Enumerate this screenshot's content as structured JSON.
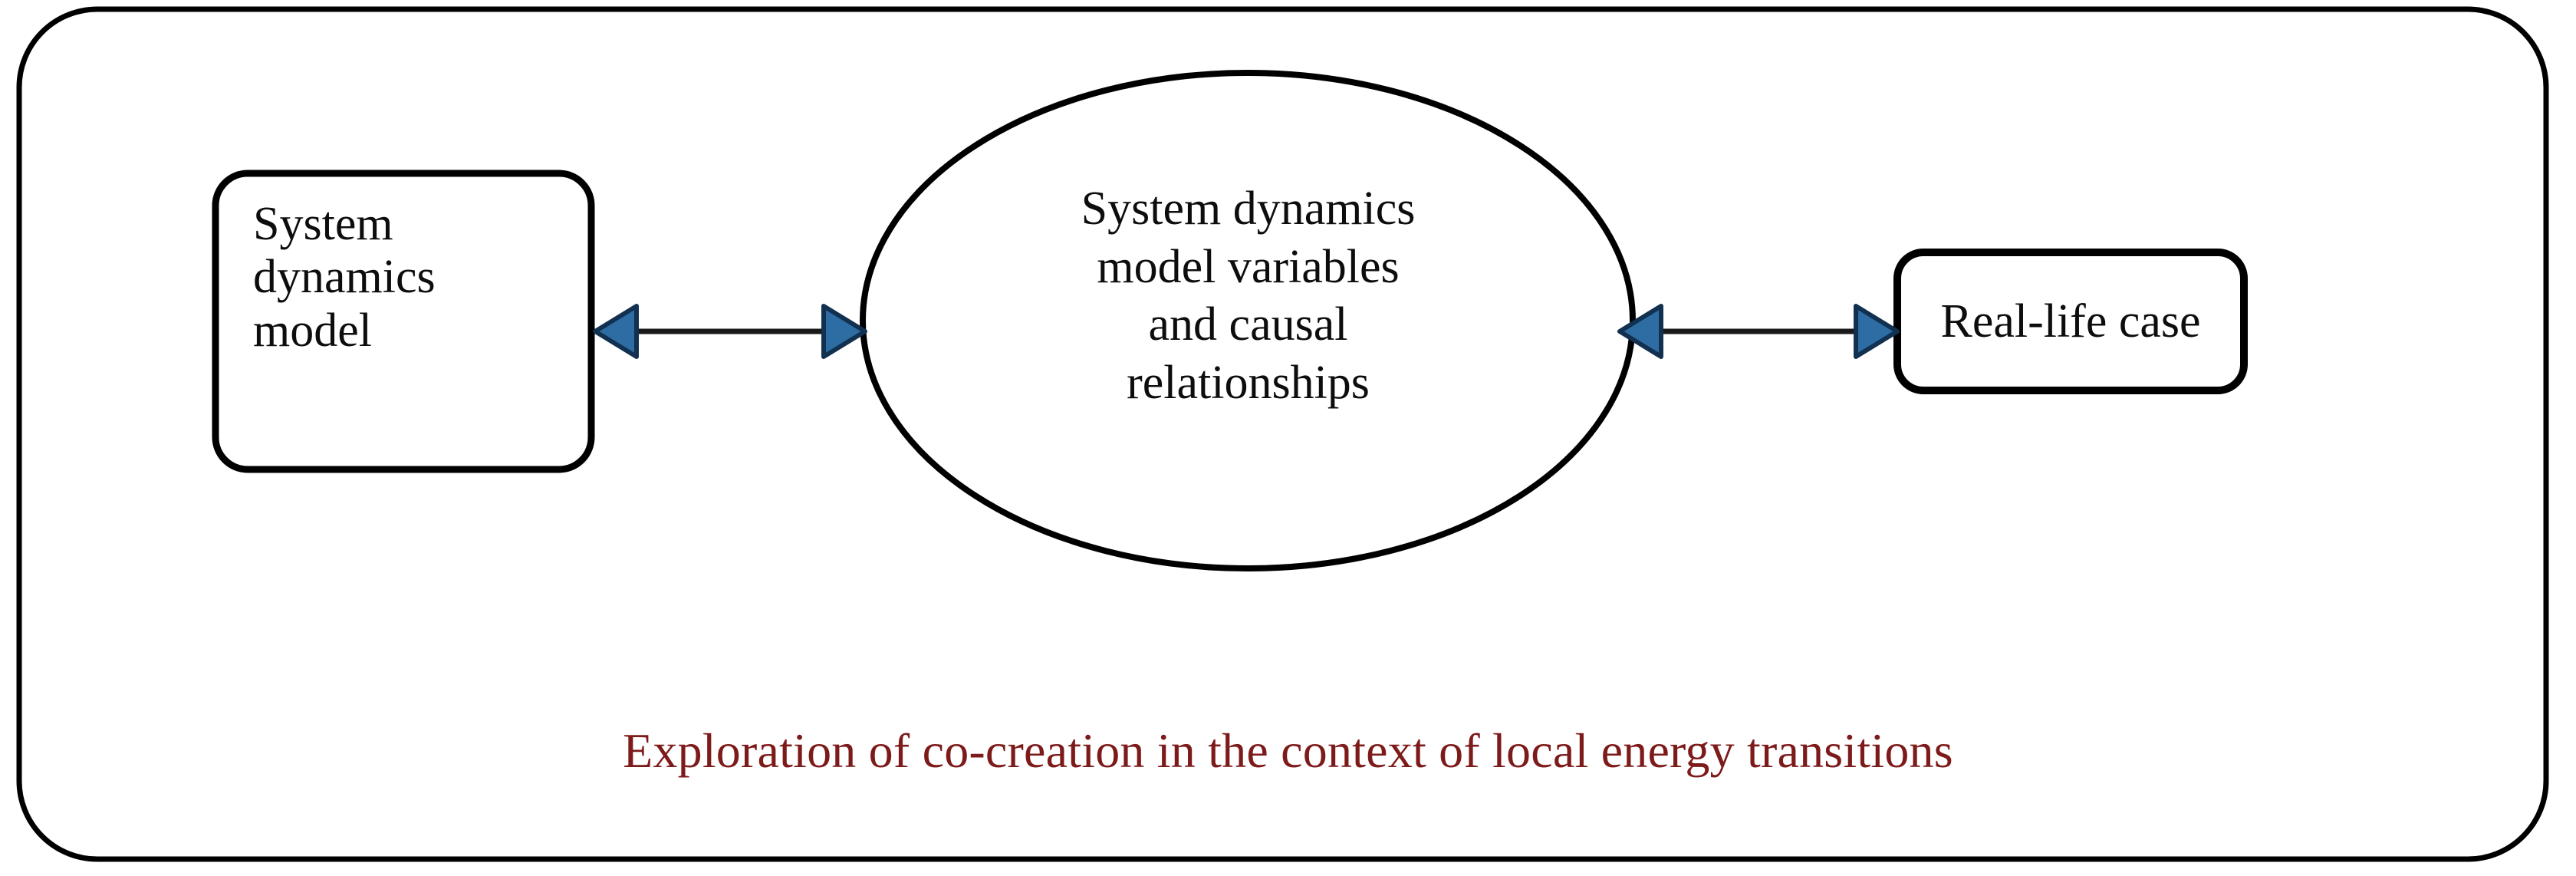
{
  "diagram": {
    "title": "Exploration of co-creation in the context of local energy transitions",
    "outer_frame": {
      "shape": "rounded-rectangle",
      "stroke_color": "#000000"
    },
    "nodes": [
      {
        "id": "system-dynamics-model",
        "shape": "rounded-rectangle",
        "label": "System\ndynamics\nmodel",
        "text_align": "left",
        "stroke_color": "#000000",
        "fill_color": "#ffffff"
      },
      {
        "id": "model-variables",
        "shape": "ellipse",
        "label": "System dynamics\nmodel variables\nand causal\nrelationships",
        "text_align": "center",
        "stroke_color": "#000000",
        "fill_color": "#ffffff"
      },
      {
        "id": "real-life-case",
        "shape": "rounded-rectangle",
        "label": "Real-life case",
        "text_align": "center",
        "stroke_color": "#000000",
        "fill_color": "#ffffff"
      }
    ],
    "connectors": [
      {
        "id": "connector-left",
        "from": "system-dynamics-model",
        "to": "model-variables",
        "type": "double-headed-arrow",
        "line_color": "#1a1a1a",
        "arrow_fill": "#2e6da4",
        "arrow_stroke": "#12304f"
      },
      {
        "id": "connector-right",
        "from": "model-variables",
        "to": "real-life-case",
        "type": "double-headed-arrow",
        "line_color": "#1a1a1a",
        "arrow_fill": "#2e6da4",
        "arrow_stroke": "#12304f"
      }
    ],
    "caption": {
      "text": "Exploration of co-creation in the context of local energy transitions",
      "color": "#7d1a1a"
    }
  }
}
